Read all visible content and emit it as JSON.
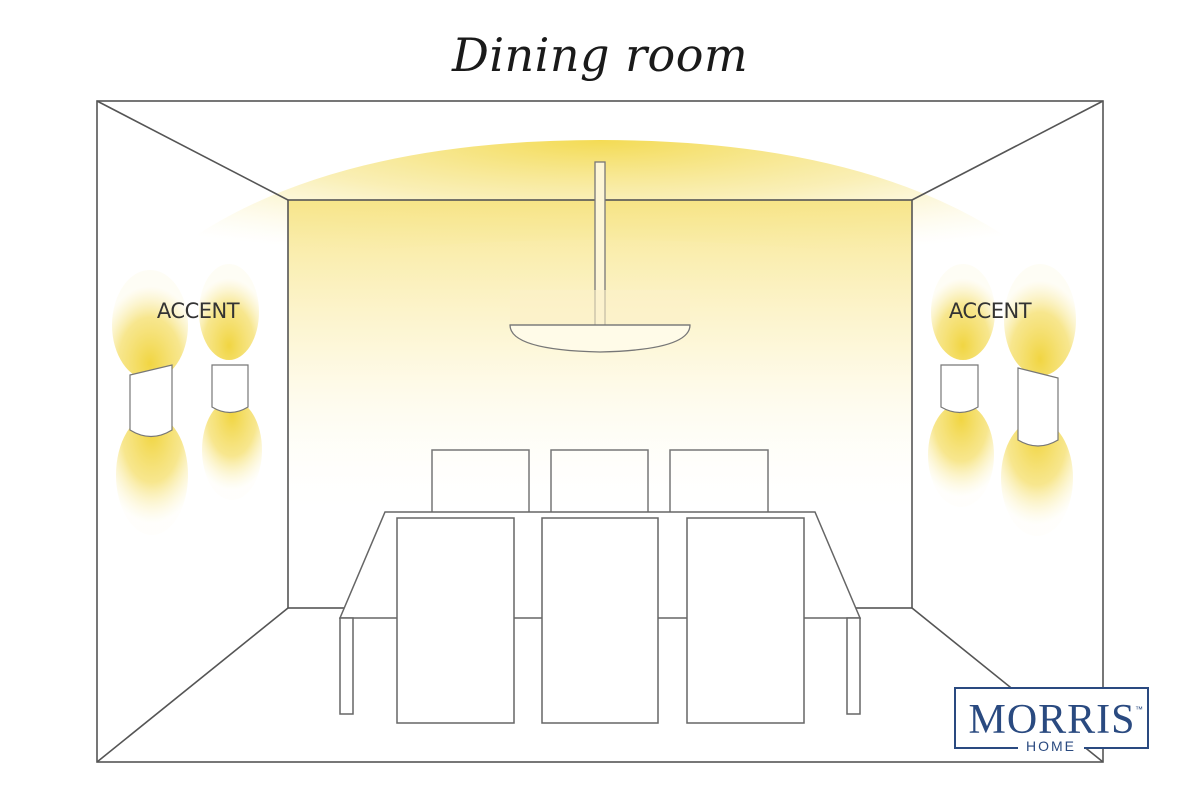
{
  "title": "Dining room",
  "labels": {
    "left_accent": "ACCENT",
    "right_accent": "ACCENT"
  },
  "logo": {
    "name": "MORRIS",
    "trademark": "™",
    "sub": "HOME"
  },
  "colors": {
    "light": "#f3d94a",
    "line": "#555555",
    "logo": "#2a4a80"
  }
}
